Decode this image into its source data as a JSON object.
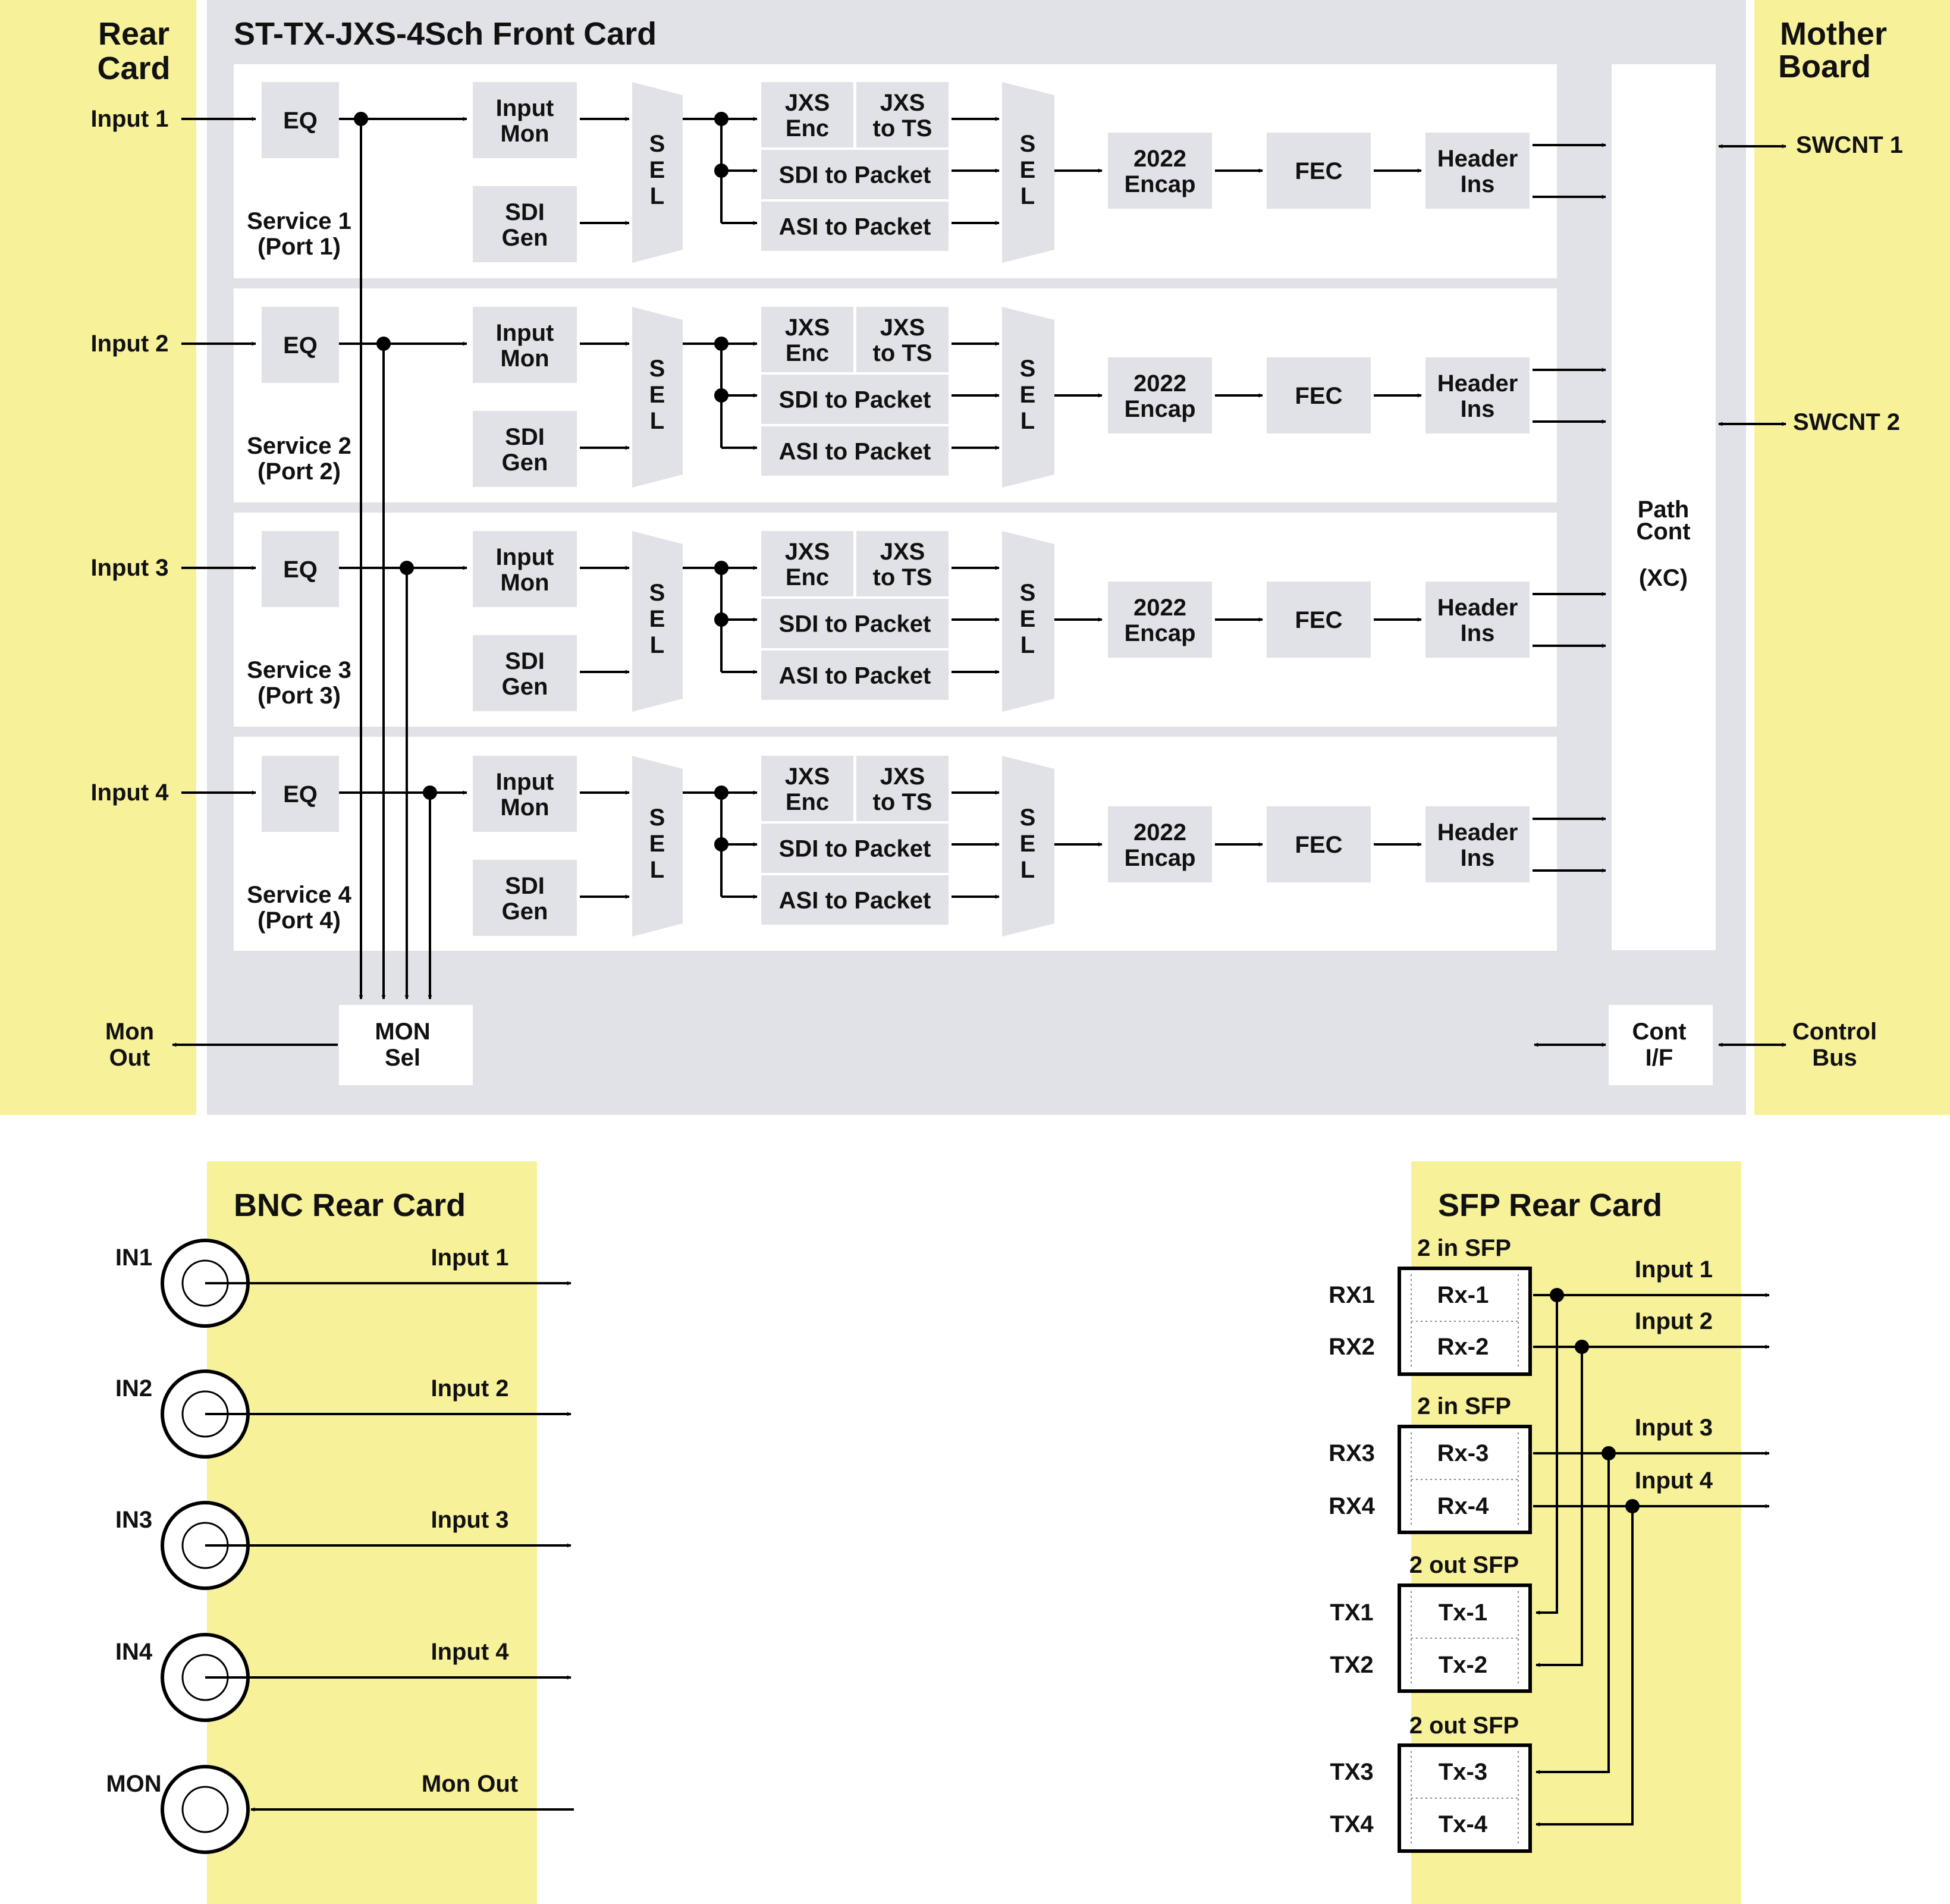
{
  "colors": {
    "yellow": "#f7f19a",
    "panel": "#e1e2e7",
    "box": "#e1e2e7"
  },
  "front": {
    "title": "ST-TX-JXS-4Sch Front Card",
    "rear_card": [
      "Rear",
      "Card"
    ],
    "mother_board": [
      "Mother",
      "Board"
    ],
    "eq": "EQ",
    "input_mon": [
      "Input",
      "Mon"
    ],
    "sdi_gen": [
      "SDI",
      "Gen"
    ],
    "sel_letters": [
      "S",
      "E",
      "L"
    ],
    "jxs_enc": [
      "JXS",
      "Enc"
    ],
    "jxs_to_ts": [
      "JXS",
      "to TS"
    ],
    "sdi_to_packet": "SDI to Packet",
    "asi_to_packet": "ASI to Packet",
    "encap": [
      "2022",
      "Encap"
    ],
    "fec": "FEC",
    "header_ins": [
      "Header",
      "Ins"
    ],
    "services": [
      {
        "input": "Input 1",
        "name": [
          "Service 1",
          "(Port 1)"
        ]
      },
      {
        "input": "Input 2",
        "name": [
          "Service 2",
          "(Port 2)"
        ]
      },
      {
        "input": "Input 3",
        "name": [
          "Service 3",
          "(Port 3)"
        ]
      },
      {
        "input": "Input 4",
        "name": [
          "Service 4",
          "(Port 4)"
        ]
      }
    ],
    "path_cont": [
      "Path",
      "Cont",
      "(XC)"
    ],
    "swcnt1": "SWCNT 1",
    "swcnt2": "SWCNT 2",
    "mon_sel": [
      "MON",
      "Sel"
    ],
    "mon_out": [
      "Mon",
      "Out"
    ],
    "cont_if": [
      "Cont",
      "I/F"
    ],
    "control_bus": [
      "Control",
      "Bus"
    ]
  },
  "bnc": {
    "title": "BNC Rear Card",
    "ports": [
      {
        "name": "IN1",
        "label": "Input 1"
      },
      {
        "name": "IN2",
        "label": "Input 2"
      },
      {
        "name": "IN3",
        "label": "Input 3"
      },
      {
        "name": "IN4",
        "label": "Input 4"
      },
      {
        "name": "MON",
        "label": "Mon Out"
      }
    ]
  },
  "sfp": {
    "title": "SFP Rear Card",
    "modules": [
      {
        "caption": "2 in SFP",
        "ports": [
          {
            "name": "RX1",
            "label": "Rx-1"
          },
          {
            "name": "RX2",
            "label": "Rx-2"
          }
        ]
      },
      {
        "caption": "2 in SFP",
        "ports": [
          {
            "name": "RX3",
            "label": "Rx-3"
          },
          {
            "name": "RX4",
            "label": "Rx-4"
          }
        ]
      },
      {
        "caption": "2 out SFP",
        "ports": [
          {
            "name": "TX1",
            "label": "Tx-1"
          },
          {
            "name": "TX2",
            "label": "Tx-2"
          }
        ]
      },
      {
        "caption": "2 out SFP",
        "ports": [
          {
            "name": "TX3",
            "label": "Tx-3"
          },
          {
            "name": "TX4",
            "label": "Tx-4"
          }
        ]
      }
    ],
    "outputs": [
      "Input 1",
      "Input 2",
      "Input 3",
      "Input 4"
    ]
  }
}
